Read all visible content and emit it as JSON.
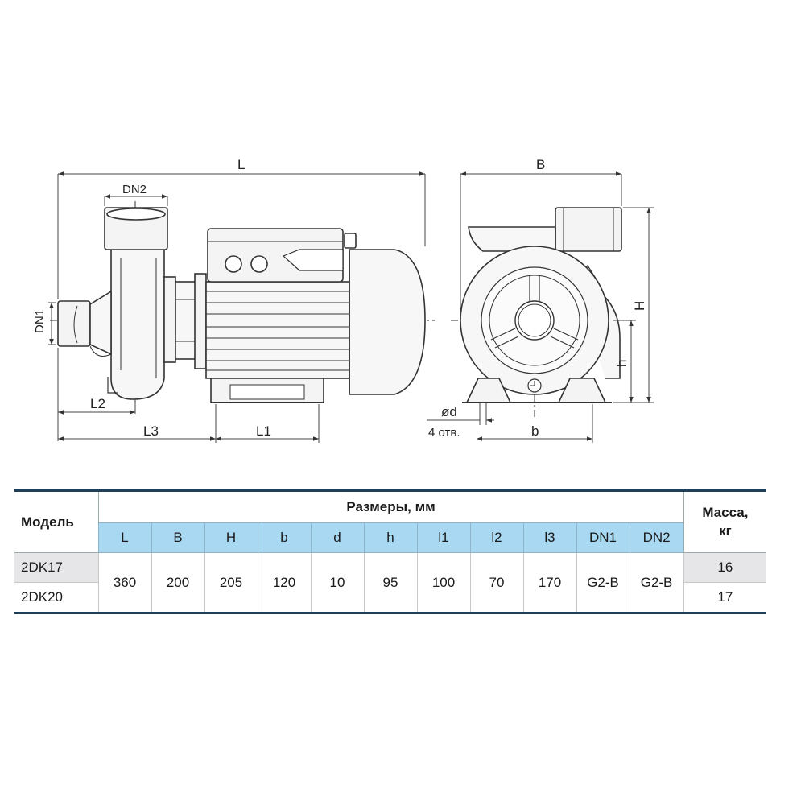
{
  "drawing": {
    "labels": {
      "L": "L",
      "DN2": "DN2",
      "DN1": "DN1",
      "L2": "L2",
      "L3": "L3",
      "L1": "L1",
      "B": "B",
      "H": "H",
      "h": "h",
      "d": "ød",
      "holes": "4 отв.",
      "b": "b"
    }
  },
  "table": {
    "model_header": "Модель",
    "sizes_header": "Размеры, мм",
    "mass_header_line1": "Масса,",
    "mass_header_line2": "кг",
    "columns": [
      "L",
      "B",
      "H",
      "b",
      "d",
      "h",
      "l1",
      "l2",
      "l3",
      "DN1",
      "DN2"
    ],
    "shared_values": [
      "360",
      "200",
      "205",
      "120",
      "10",
      "95",
      "100",
      "70",
      "170",
      "G2-B",
      "G2-B"
    ],
    "rows": [
      {
        "model": "2DK17",
        "mass": "16"
      },
      {
        "model": "2DK20",
        "mass": "17"
      }
    ]
  },
  "colors": {
    "header_blue": "#a8d8f2",
    "rule_dark": "#1e3e5a",
    "row_grey": "#e6e6e8"
  }
}
